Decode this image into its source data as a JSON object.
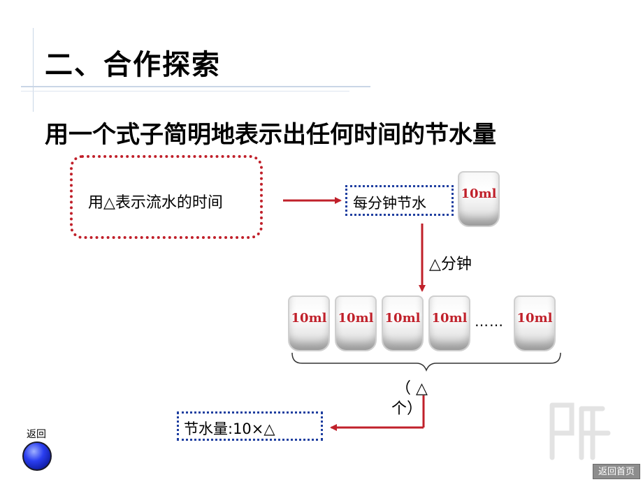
{
  "slide": {
    "title": "二、合作探索",
    "subtitle": "用一个式子简明地表示出任何时间的节水量"
  },
  "concept_box": {
    "text": "用△表示流水的时间"
  },
  "rate_box": {
    "text": "每分钟节水"
  },
  "minutes_label": "△分钟",
  "glass_label": "10ml",
  "glass_row_ellipsis": "……",
  "count_label": {
    "line1": "（ △",
    "line2": "个）"
  },
  "result_box": {
    "text": "节水量:10×△"
  },
  "nav": {
    "back_label": "返回",
    "home_label": "返回首页"
  },
  "colors": {
    "arrow": "#c0202a",
    "blue_dots": "#1f3fa0",
    "red_dots": "#c0202a",
    "glass_label": "#c0202a"
  }
}
